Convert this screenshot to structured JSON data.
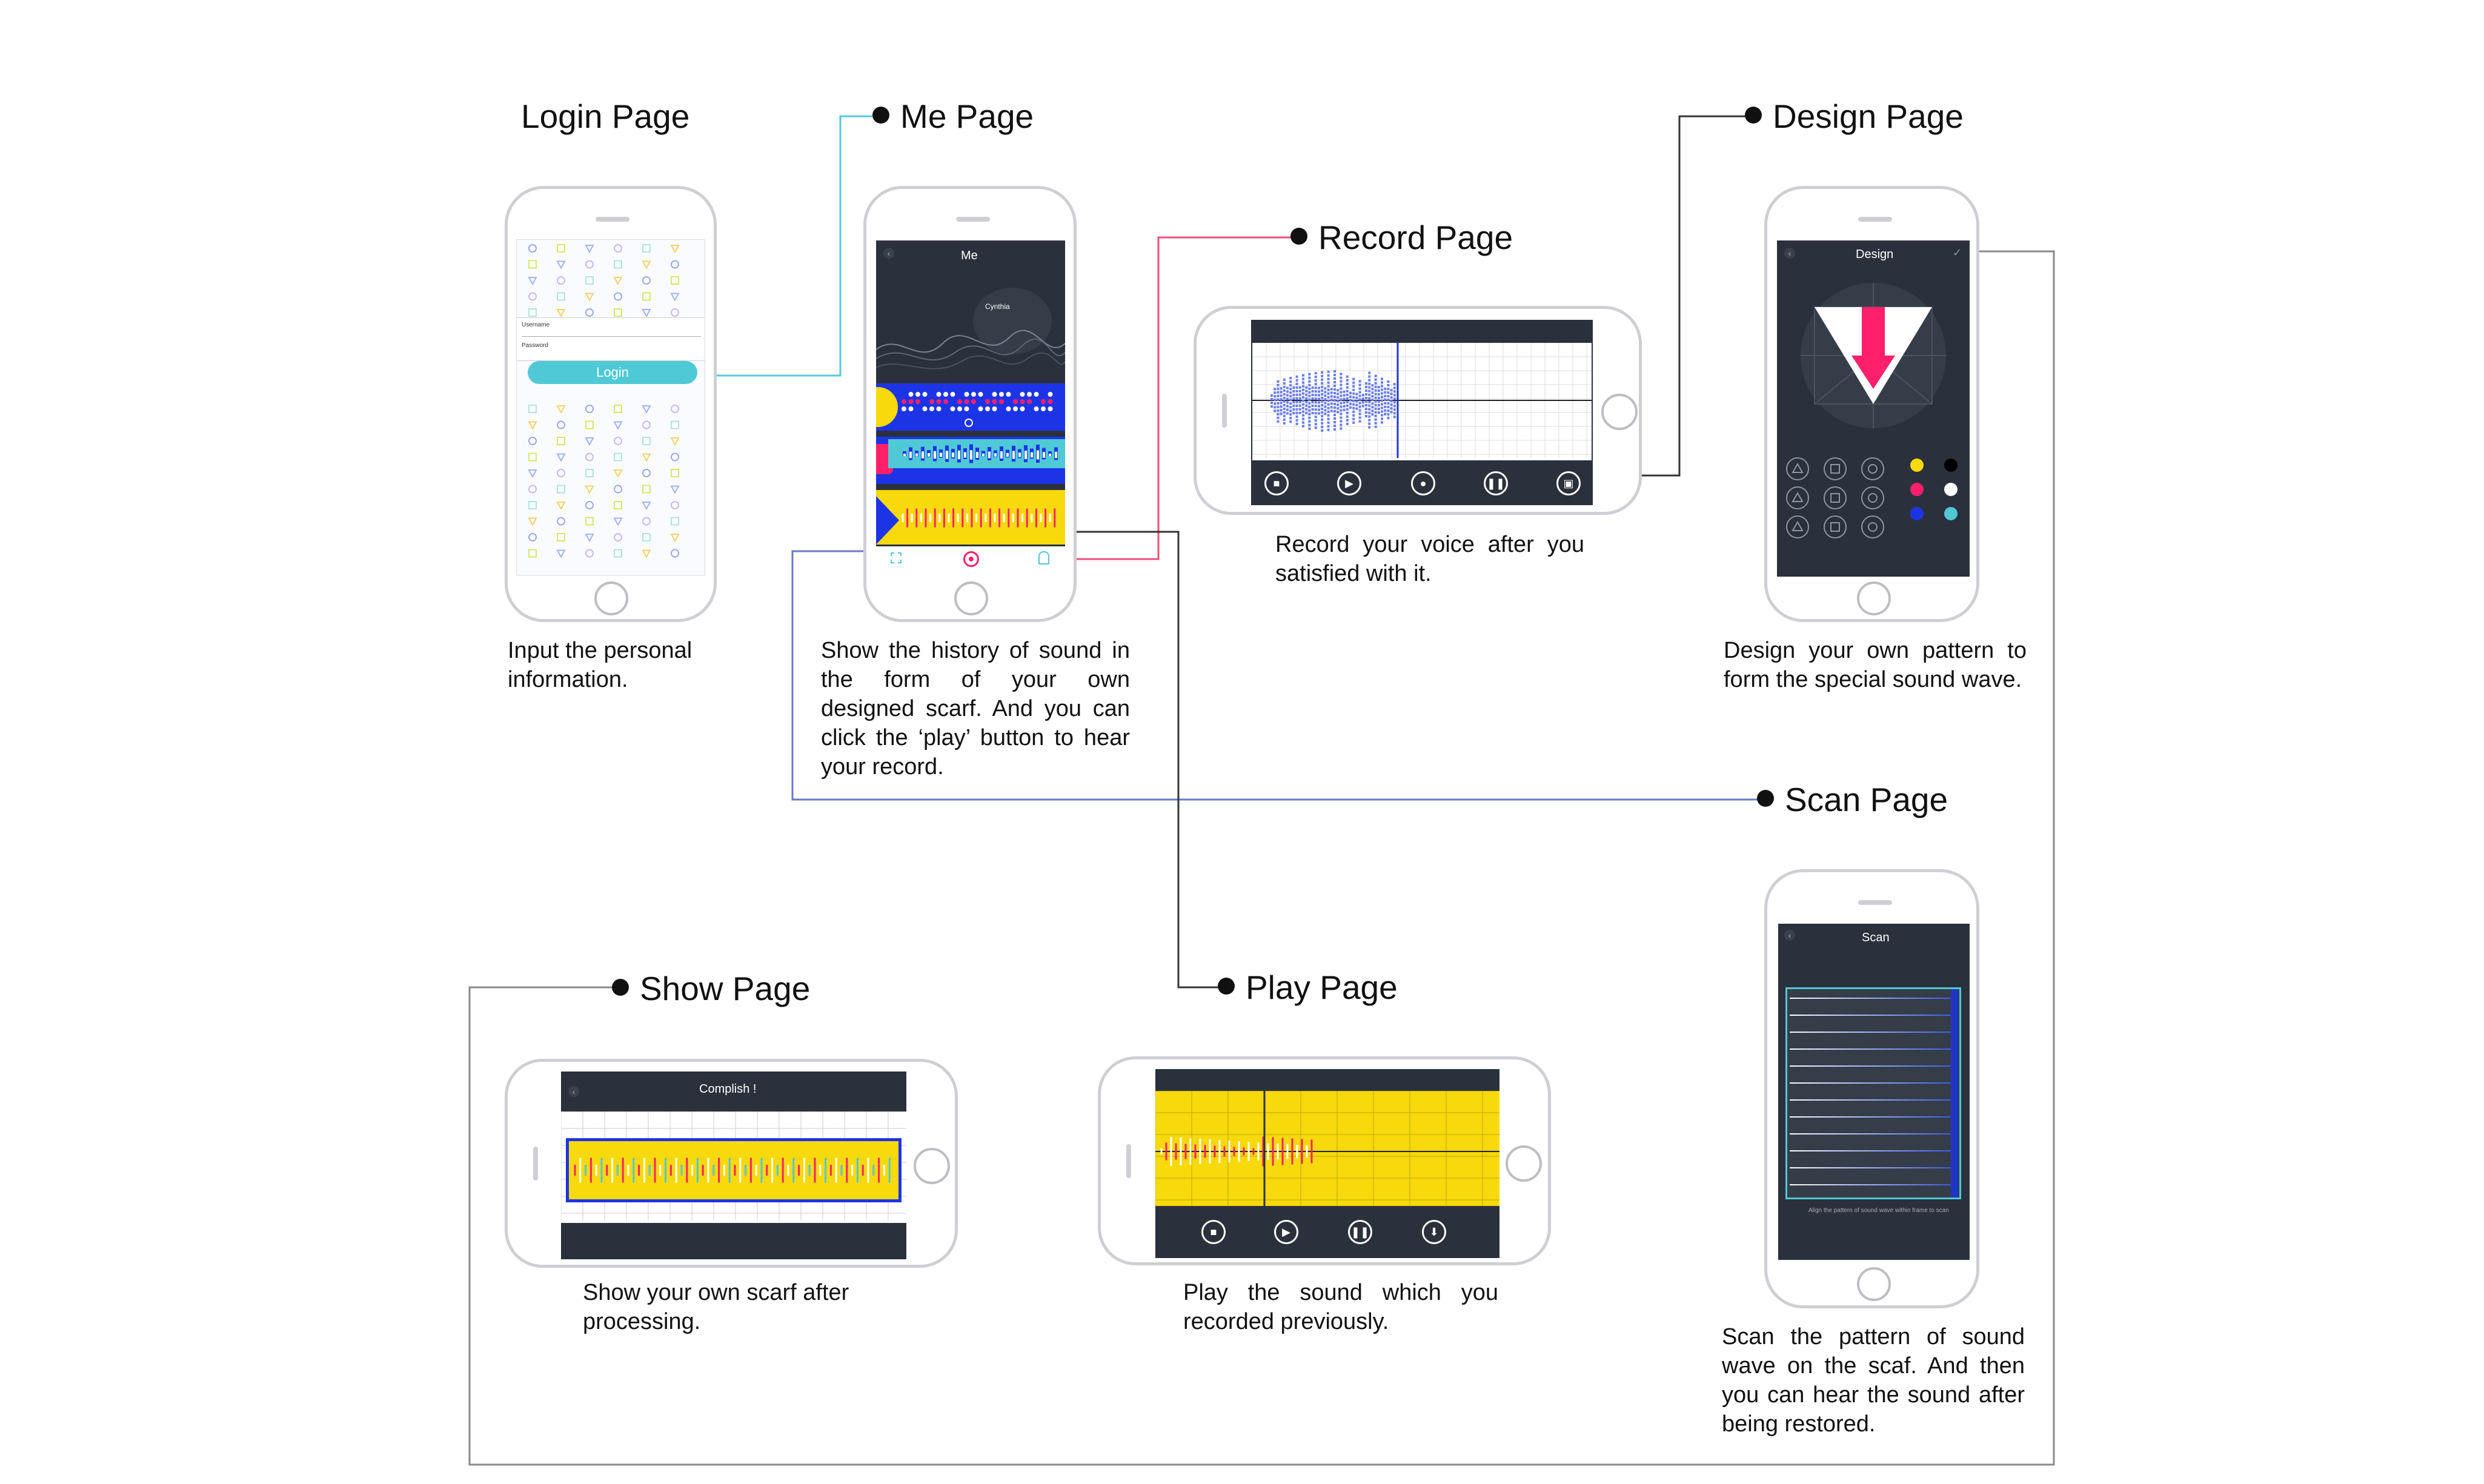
{
  "pages": {
    "login": {
      "title": "Login Page",
      "description": "Input the personal information.",
      "username_label": "Username",
      "password_label": "Password",
      "login_button": "Login"
    },
    "me": {
      "title": "Me Page",
      "description": "Show the history of sound in the form of your own designed scarf. And you can click the ‘play’ button to hear your record.",
      "header": "Me",
      "profile_name": "Cynthia"
    },
    "record": {
      "title": "Record Page",
      "description": "Record your voice after you satisfied with it."
    },
    "design": {
      "title": "Design Page",
      "description": "Design your own pattern to form the special sound wave.",
      "header": "Design"
    },
    "scan": {
      "title": "Scan Page",
      "description": "Scan the pattern of sound wave on the scaf. And then you can hear the sound after being restored.",
      "header": "Scan",
      "hint": "Align the pattern of sound wave within frame to scan"
    },
    "show": {
      "title": "Show Page",
      "description": "Show your own scarf after processing.",
      "header": "Complish !"
    },
    "play": {
      "title": "Play Page",
      "description": "Play the sound which you recorded previously."
    }
  },
  "colors": {
    "screen_dark": "#2a313c",
    "accent_cyan": "#4fc9d6",
    "accent_pink": "#ff1f6b",
    "accent_yellow": "#f7d90c",
    "accent_blue": "#1d34e6",
    "connector_blue": "#6a78c9",
    "connector_pink": "#ee4f7a",
    "connector_cyan": "#54c9e0"
  },
  "icons": [
    "stop-icon",
    "play-icon",
    "record-icon",
    "pause-icon",
    "download-icon",
    "back-icon",
    "check-icon"
  ]
}
